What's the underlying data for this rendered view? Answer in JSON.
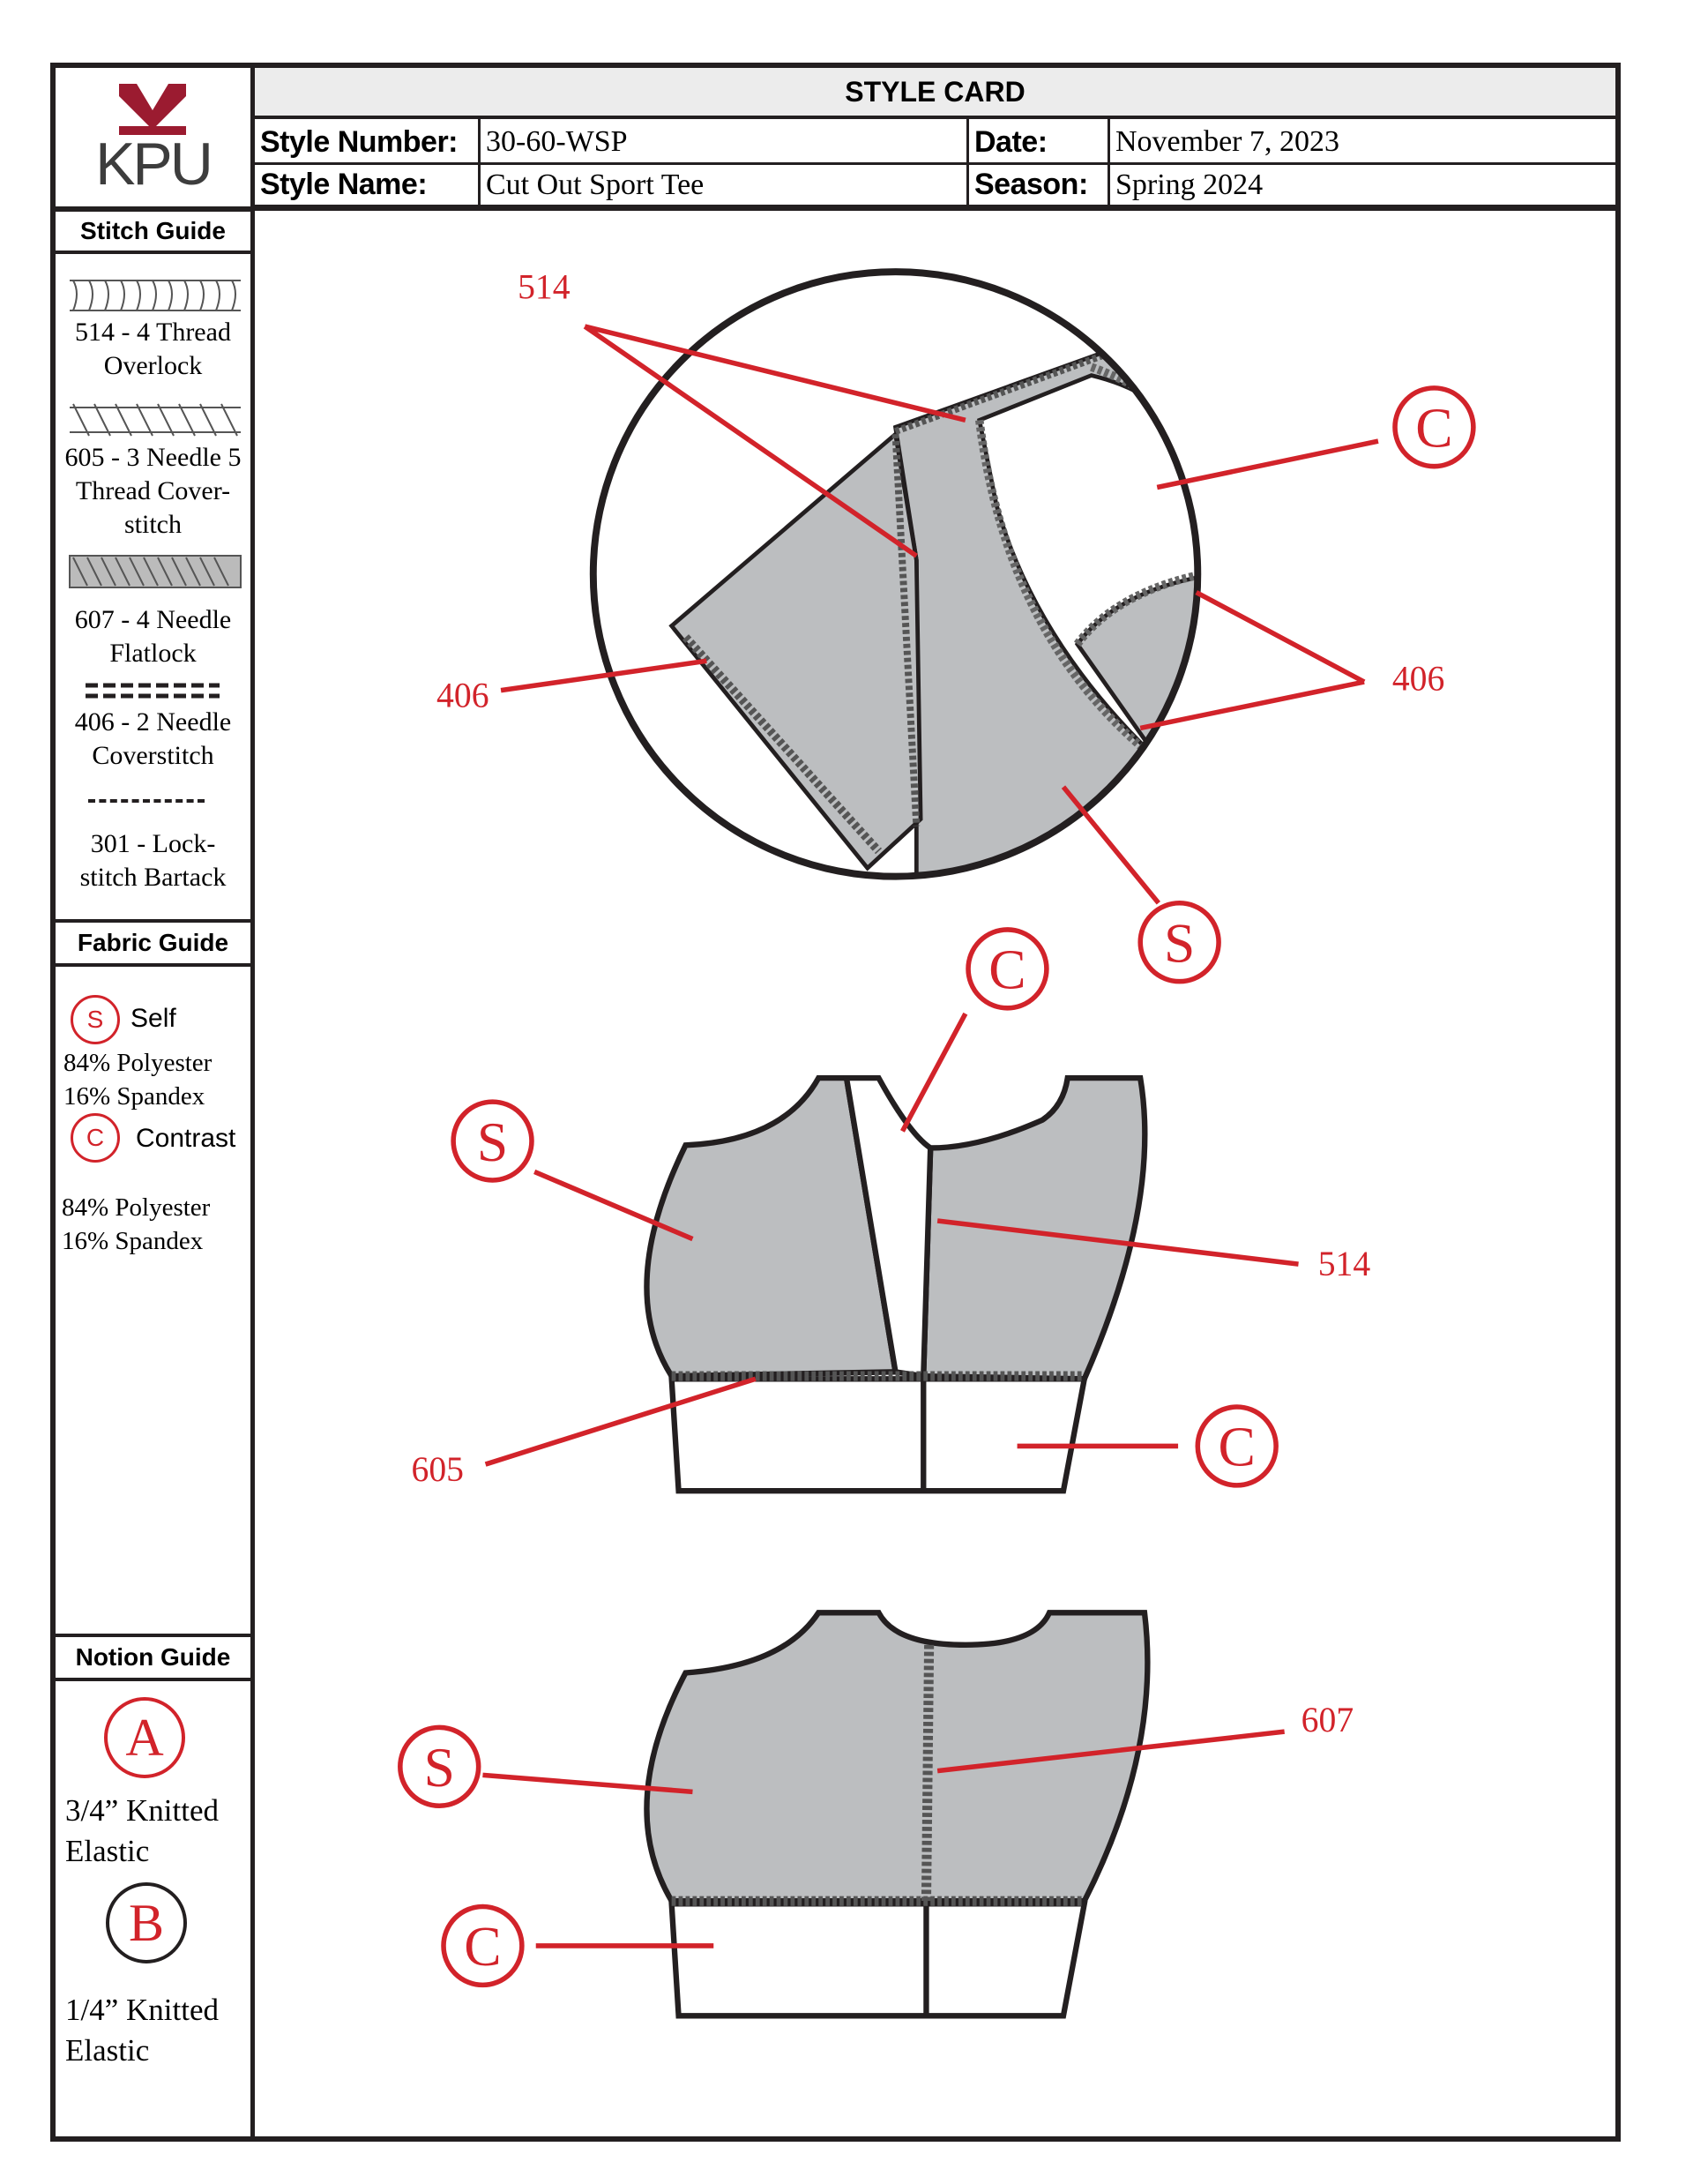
{
  "header": {
    "title": "STYLE CARD",
    "style_number_label": "Style Number:",
    "style_number": "30-60-WSP",
    "style_name_label": "Style Name:",
    "style_name": "Cut Out Sport Tee",
    "date_label": "Date:",
    "date": "November 7, 2023",
    "season_label": "Season:",
    "season": "Spring 2024"
  },
  "logo": {
    "text": "KPU",
    "color": "#9b1b30"
  },
  "stitch_guide": {
    "title": "Stitch Guide",
    "items": [
      {
        "line1": "514 - 4 Thread",
        "line2": "Overlock"
      },
      {
        "line1": "605 - 3 Needle 5",
        "line2": "Thread Cover-",
        "line3": "stitch"
      },
      {
        "line1": "607 - 4 Needle",
        "line2": "Flatlock"
      },
      {
        "line1": "406 - 2 Needle",
        "line2": "Coverstitch"
      },
      {
        "line1": "301 - Lock-",
        "line2": "stitch Bartack"
      }
    ]
  },
  "fabric_guide": {
    "title": "Fabric Guide",
    "self": {
      "symbol": "S",
      "label": "Self",
      "line1": "84% Polyester",
      "line2": "16% Spandex"
    },
    "contrast": {
      "symbol": "C",
      "label": "Contrast",
      "line1": "84% Polyester",
      "line2": "16% Spandex"
    }
  },
  "notion_guide": {
    "title": "Notion Guide",
    "a": {
      "symbol": "A",
      "line1": "3/4” Knitted",
      "line2": "Elastic"
    },
    "b": {
      "symbol": "B",
      "line1": "1/4” Knitted",
      "line2": "Elastic"
    }
  },
  "callouts": {
    "c514": "514",
    "c406a": "406",
    "c406b": "406",
    "cC1": "C",
    "cS1": "S",
    "cC2": "C",
    "cS2": "S",
    "c514b": "514",
    "c605": "605",
    "cC3": "C",
    "c607": "607",
    "cS3": "S",
    "cC4": "C"
  },
  "colors": {
    "red": "#d2232a",
    "fabric_grey": "#bcbec0",
    "frame": "#231f20"
  }
}
